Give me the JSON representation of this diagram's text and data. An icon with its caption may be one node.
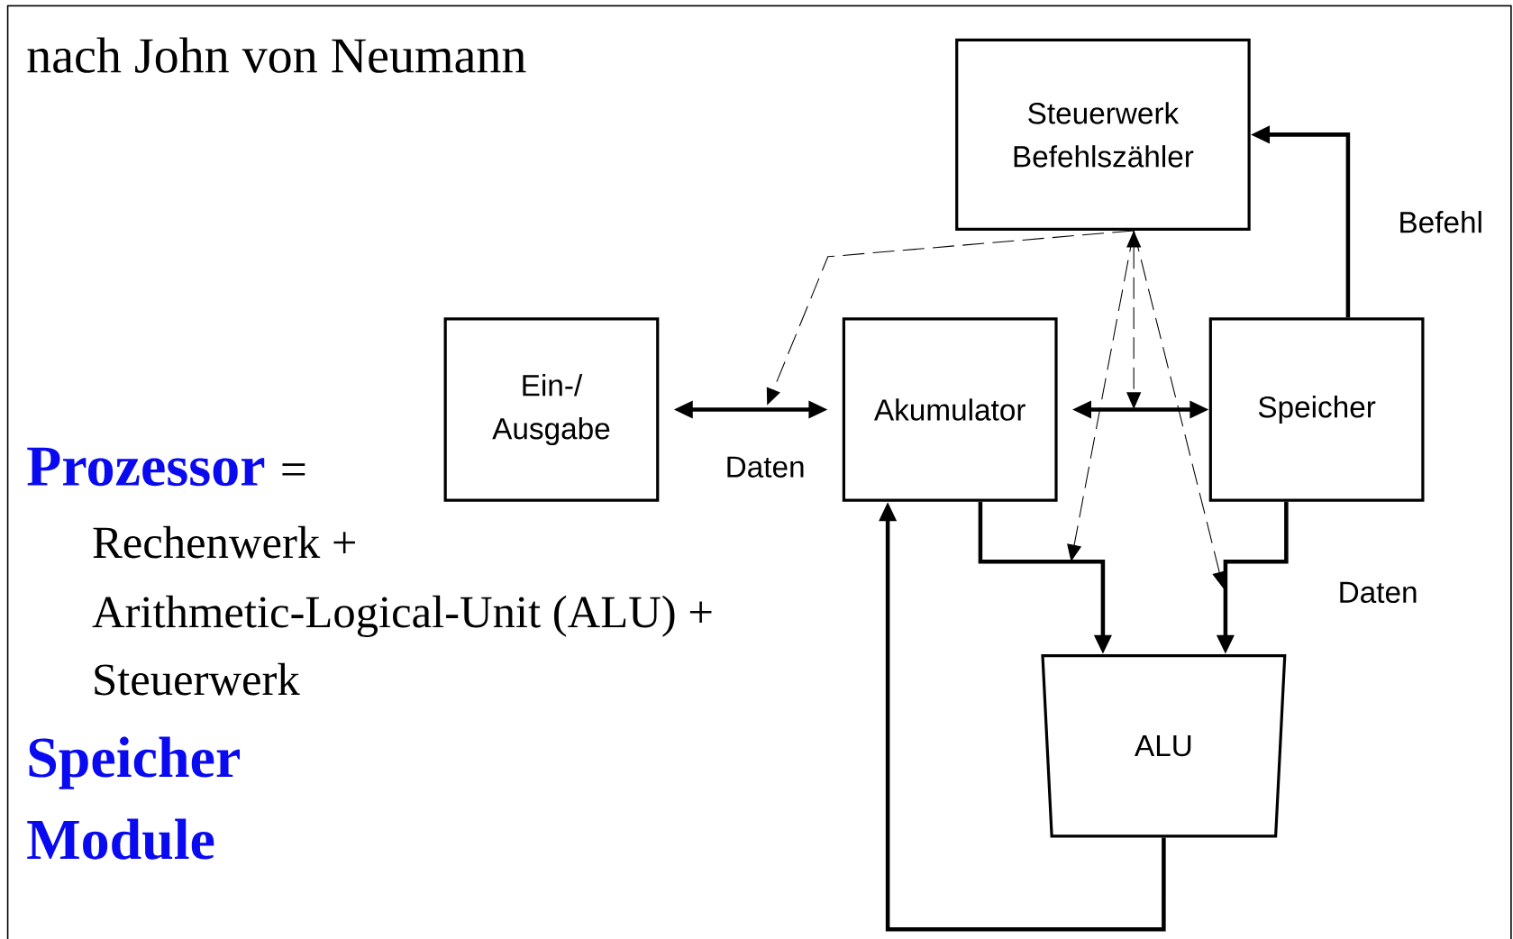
{
  "diagram": {
    "title": "nach John von Neumann",
    "nodes": [
      {
        "text": [
          "Steuerwerk Befehlszähler"
        ]
      },
      {
        "text": [
          "Ein-/ Ausgabe"
        ]
      },
      {
        "text": [
          "Akumulator"
        ]
      },
      {
        "text": [
          "Speicher"
        ]
      },
      {
        "text": [
          "ALU"
        ]
      }
    ],
    "edges": [
      {
        "from": 3,
        "to": 0,
        "arrow": "to",
        "label": "Befehl"
      },
      {
        "from": 1,
        "to": 2,
        "arrow": "both",
        "label": "Daten"
      },
      {
        "from": 2,
        "to": 3,
        "arrow": "both"
      },
      {
        "from": 2,
        "to": 4,
        "arrow": "to"
      },
      {
        "from": 3,
        "to": 4,
        "arrow": "to",
        "label": "Daten"
      },
      {
        "from": 4,
        "to": 2,
        "arrow": "to"
      },
      {
        "from": 0,
        "to": null,
        "arrow": "to",
        "style": "dashed"
      },
      {
        "from": 0,
        "to": null,
        "arrow": "both",
        "style": "dashed"
      },
      {
        "from": 0,
        "to": null,
        "arrow": "to",
        "style": "dashed"
      },
      {
        "from": 0,
        "to": null,
        "arrow": "to",
        "style": "dashed"
      }
    ],
    "labels": [
      "Prozessor",
      "=",
      "Rechenwerk +",
      "Arithmetic-Logical-Unit (ALU) +",
      "Steuerwerk",
      "Speicher",
      "Module"
    ]
  }
}
